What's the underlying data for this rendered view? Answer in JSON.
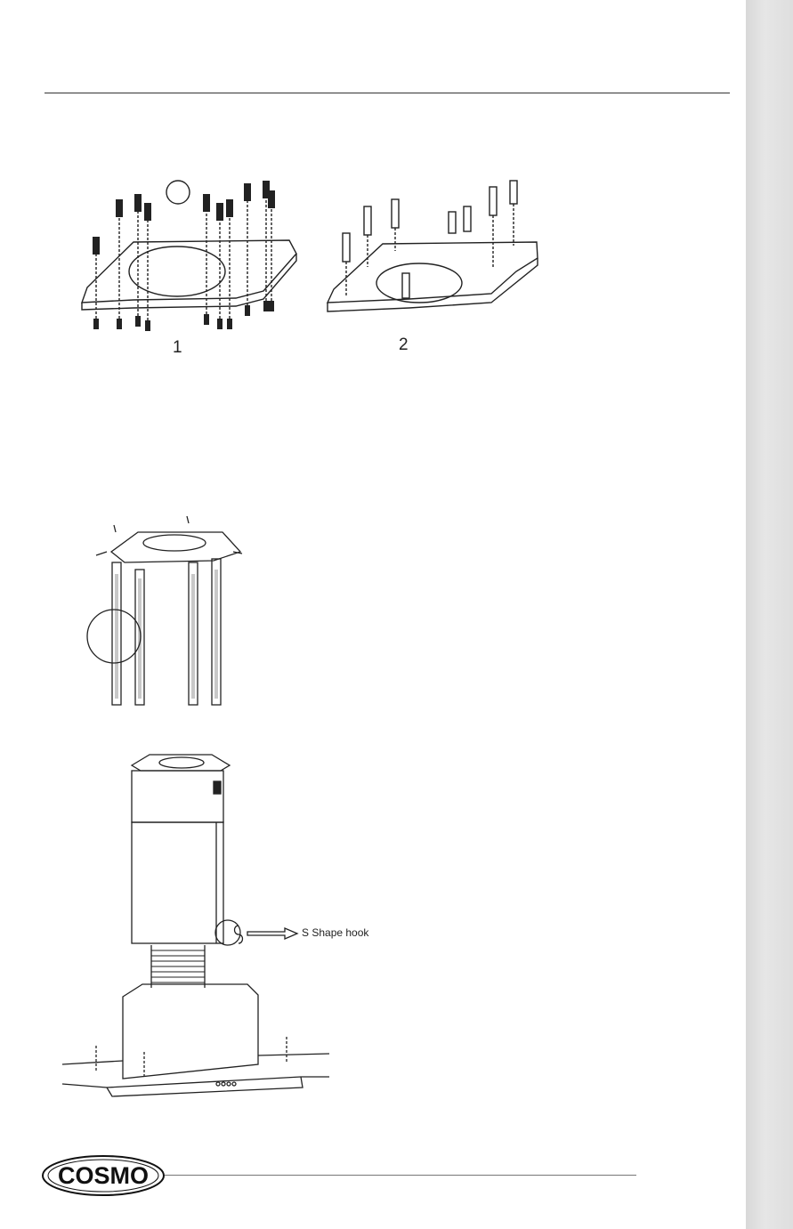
{
  "figures": {
    "step1_label": "1",
    "step2_label": "2",
    "hook_label": "S Shape hook"
  },
  "footer": {
    "logo_text": "COSMO"
  },
  "colors": {
    "line": "#222222",
    "side_strip": "#dcdcdc"
  }
}
